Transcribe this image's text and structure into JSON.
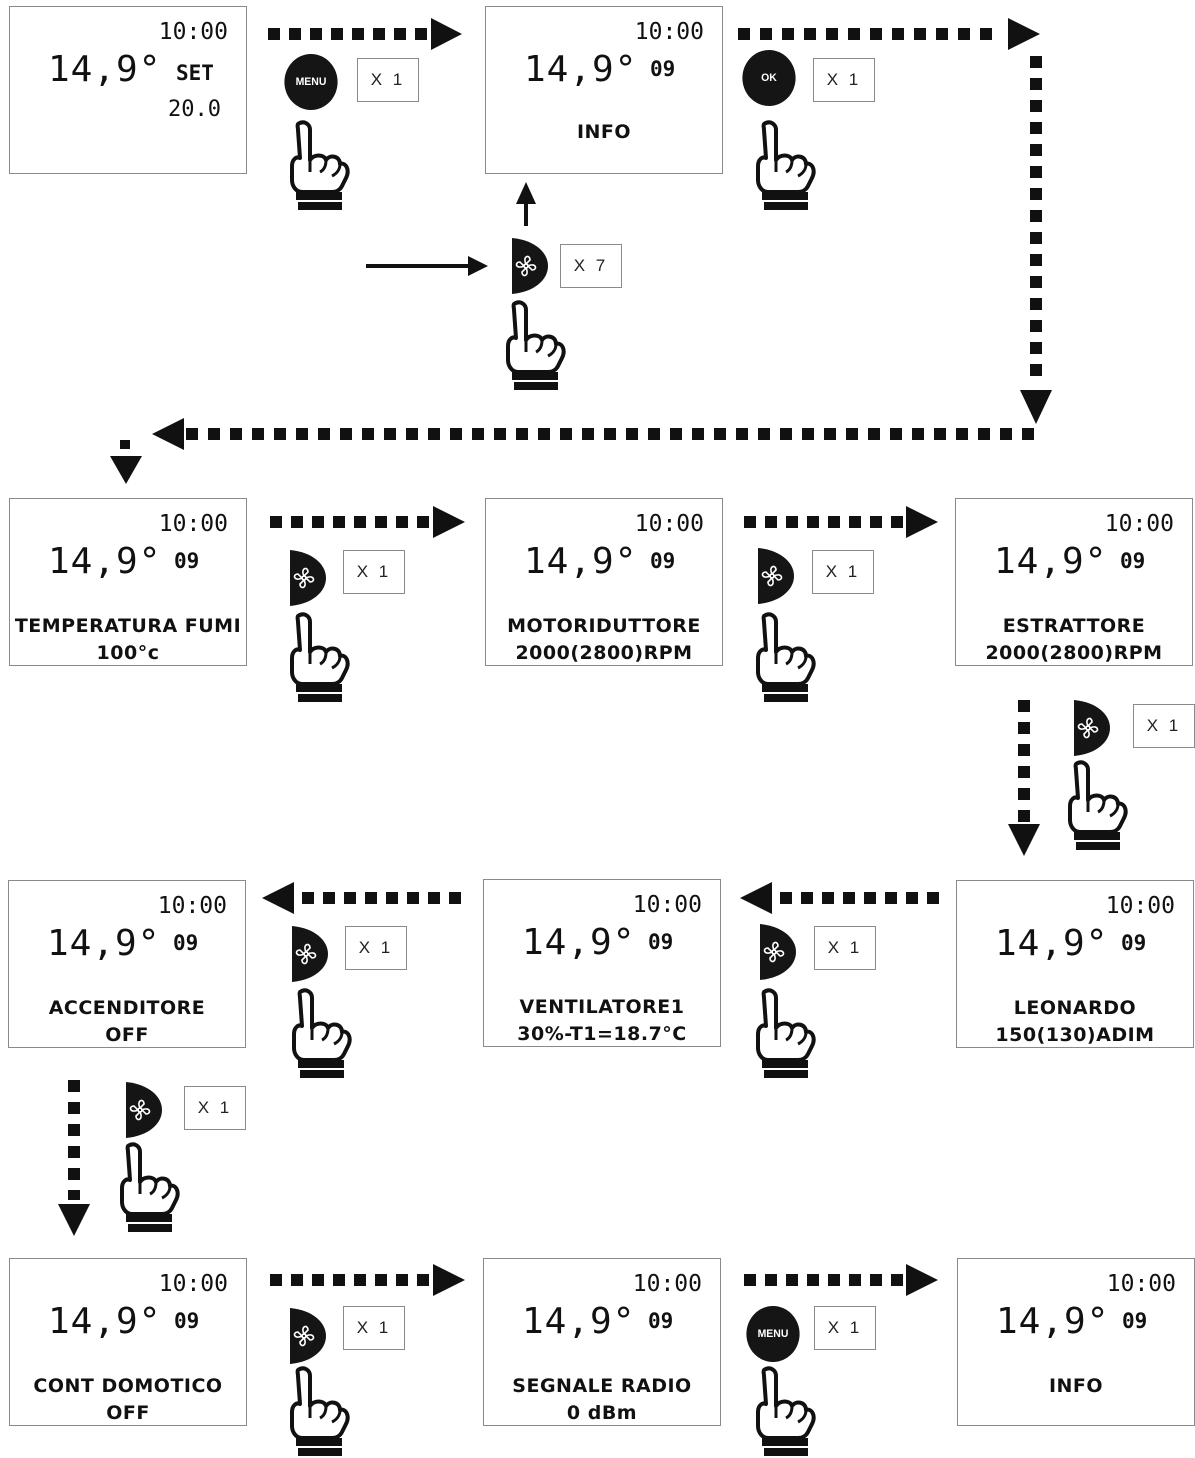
{
  "screens": [
    {
      "time": "10:00",
      "temp": "14,9°",
      "sub": "SET",
      "set_value": "20.0"
    },
    {
      "time": "10:00",
      "temp": "14,9°",
      "sub": "09",
      "line1": "INFO"
    },
    {
      "time": "10:00",
      "temp": "14,9°",
      "sub": "09",
      "line1": "TEMPERATURA FUMI",
      "line2": "100°c"
    },
    {
      "time": "10:00",
      "temp": "14,9°",
      "sub": "09",
      "line1": "MOTORIDUTTORE",
      "line2": "2000(2800)RPM"
    },
    {
      "time": "10:00",
      "temp": "14,9°",
      "sub": "09",
      "line1": "ESTRATTORE",
      "line2": "2000(2800)RPM"
    },
    {
      "time": "10:00",
      "temp": "14,9°",
      "sub": "09",
      "line1": "ACCENDITORE",
      "line2": "OFF"
    },
    {
      "time": "10:00",
      "temp": "14,9°",
      "sub": "09",
      "line1": "VENTILATORE1",
      "line2": "30%-T1=18.7°C"
    },
    {
      "time": "10:00",
      "temp": "14,9°",
      "sub": "09",
      "line1": "LEONARDO",
      "line2": "150(130)ADIM"
    },
    {
      "time": "10:00",
      "temp": "14,9°",
      "sub": "09",
      "line1": "CONT DOMOTICO",
      "line2": "OFF"
    },
    {
      "time": "10:00",
      "temp": "14,9°",
      "sub": "09",
      "line1": "SEGNALE RADIO",
      "line2": "0 dBm"
    },
    {
      "time": "10:00",
      "temp": "14,9°",
      "sub": "09",
      "line1": "INFO"
    }
  ],
  "buttons": {
    "menu_label": "MENU",
    "ok_label": "OK",
    "fan_icon": "fan-icon",
    "hand_icon": "pointing-hand-icon"
  },
  "counters": {
    "x1": "X 1",
    "x7": "X 7"
  },
  "colors": {
    "ink": "#111111",
    "button": "#151515",
    "border": "#8a8a8a"
  }
}
